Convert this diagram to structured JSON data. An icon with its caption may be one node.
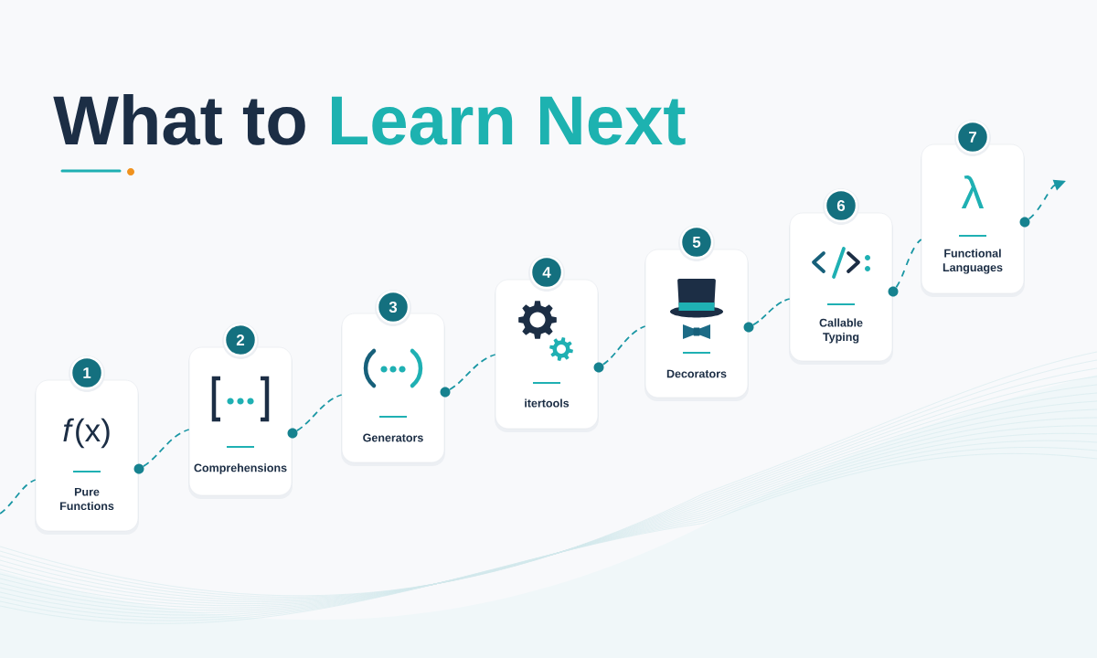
{
  "diagram": {
    "title": "What to **Learn Next**",
    "nodes": [
      {
        "text": [
          "1"
        ]
      },
      {
        "text": [
          "*f*(x)",
          "Pure Functions"
        ]
      },
      {
        "text": [],
        "shape": "circle"
      },
      {
        "text": [
          "2"
        ]
      },
      {
        "text": [
          "Comprehensions"
        ]
      },
      {
        "text": [],
        "shape": "circle"
      },
      {
        "text": [
          "3"
        ]
      },
      {
        "text": [
          "Generators"
        ]
      },
      {
        "text": [],
        "shape": "circle"
      },
      {
        "text": [
          "4"
        ]
      },
      {
        "text": [
          "itertools"
        ]
      },
      {
        "text": [],
        "shape": "circle"
      },
      {
        "text": [
          "5"
        ]
      },
      {
        "text": [
          "Decorators"
        ]
      },
      {
        "text": [],
        "shape": "circle"
      },
      {
        "text": [
          "6"
        ]
      },
      {
        "text": [
          "Callable Typing"
        ]
      },
      {
        "text": [],
        "shape": "circle"
      },
      {
        "text": [
          "7"
        ]
      },
      {
        "text": [
          "λ",
          "Functional Languages"
        ]
      },
      {
        "text": [],
        "shape": "circle"
      }
    ],
    "edges": [
      {
        "from": null,
        "to": 1,
        "arrow": "none",
        "style": "dashed"
      },
      {
        "from": 2,
        "to": 4,
        "arrow": "none",
        "style": "dashed"
      },
      {
        "from": 5,
        "to": 7,
        "arrow": "none",
        "style": "dashed"
      },
      {
        "from": 8,
        "to": 10,
        "arrow": "none",
        "style": "dashed"
      },
      {
        "from": 11,
        "to": 13,
        "arrow": "none",
        "style": "dashed"
      },
      {
        "from": 14,
        "to": 16,
        "arrow": "none",
        "style": "dashed"
      },
      {
        "from": 17,
        "to": 19,
        "arrow": "none",
        "style": "dashed"
      },
      {
        "from": 20,
        "to": null,
        "arrow": "to",
        "style": "dashed"
      }
    ]
  }
}
